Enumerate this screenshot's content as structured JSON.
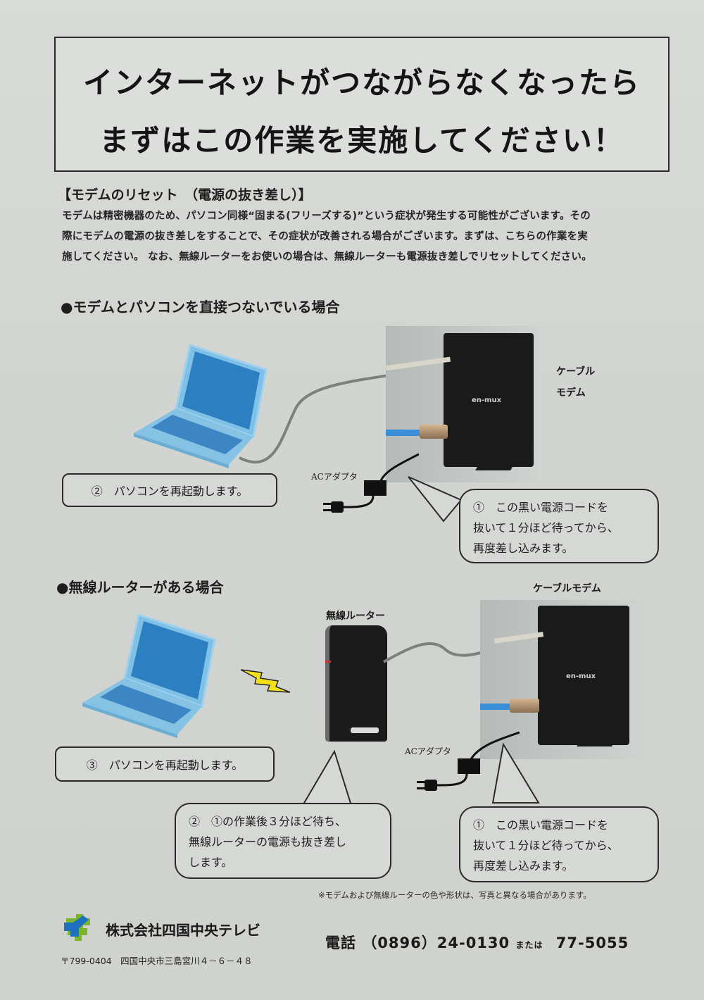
{
  "title": {
    "line1": "インターネットがつながらなくなったら",
    "line2": "まずはこの作業を実施してください！"
  },
  "reset_section": {
    "heading": "【モデムのリセット　（電源の抜き差し）】",
    "paragraph_lines": [
      "モデムは精密機器のため、パソコン同様“固まる(フリーズする)”という症状が発生する可能性がございます。その",
      "際にモデムの電源の抜き差しをすることで、その症状が改善される場合がございます。まずは、こちらの作業を実",
      "施してください。 なお、無線ルーターをお使いの場合は、無線ルーターも電源抜き差しでリセットしてください。"
    ]
  },
  "direct_section": {
    "heading": "●モデムとパソコンを直接つないでいる場合",
    "modem_label_line1": "ケーブル",
    "modem_label_line2": "モデム",
    "ac_adapter_label": "ACアダプタ",
    "modem_brand": "en-mux",
    "step2_box": "②　パソコンを再起動します。",
    "step1_bubble": [
      "①　この黒い電源コードを",
      "抜いて１分ほど待ってから、",
      "再度差し込みます。"
    ]
  },
  "router_section": {
    "heading": "●無線ルーターがある場合",
    "router_label": "無線ルーター",
    "modem_label": "ケーブルモデム",
    "ac_adapter_label": "ACアダプタ",
    "modem_brand": "en-mux",
    "step3_box": "③　パソコンを再起動します。",
    "step2_bubble": [
      "②　①の作業後３分ほど待ち、",
      "無線ルーターの電源も抜き差し",
      "します。"
    ],
    "step1_bubble": [
      "①　この黒い電源コードを",
      "抜いて１分ほど待ってから、",
      "再度差し込みます。"
    ]
  },
  "footnote": "※モデムおよび無線ルーターの色や形状は、写真と異なる場合があります。",
  "footer": {
    "company_name": "株式会社四国中央テレビ",
    "address": "〒799-0404　四国中央市三島宮川４－６－４８",
    "phone_label": "電話",
    "phone_main": "（0896）24-0130",
    "phone_or": "または",
    "phone_alt": "77-5055"
  },
  "colors": {
    "paper": "#d4d6d3",
    "laptop_blue": "#5aa7d6",
    "logo_blue": "#1f6fc0",
    "logo_green": "#7cb42a",
    "lightning_yellow": "#f2e01c",
    "coax_blue": "#3a8fd8"
  }
}
